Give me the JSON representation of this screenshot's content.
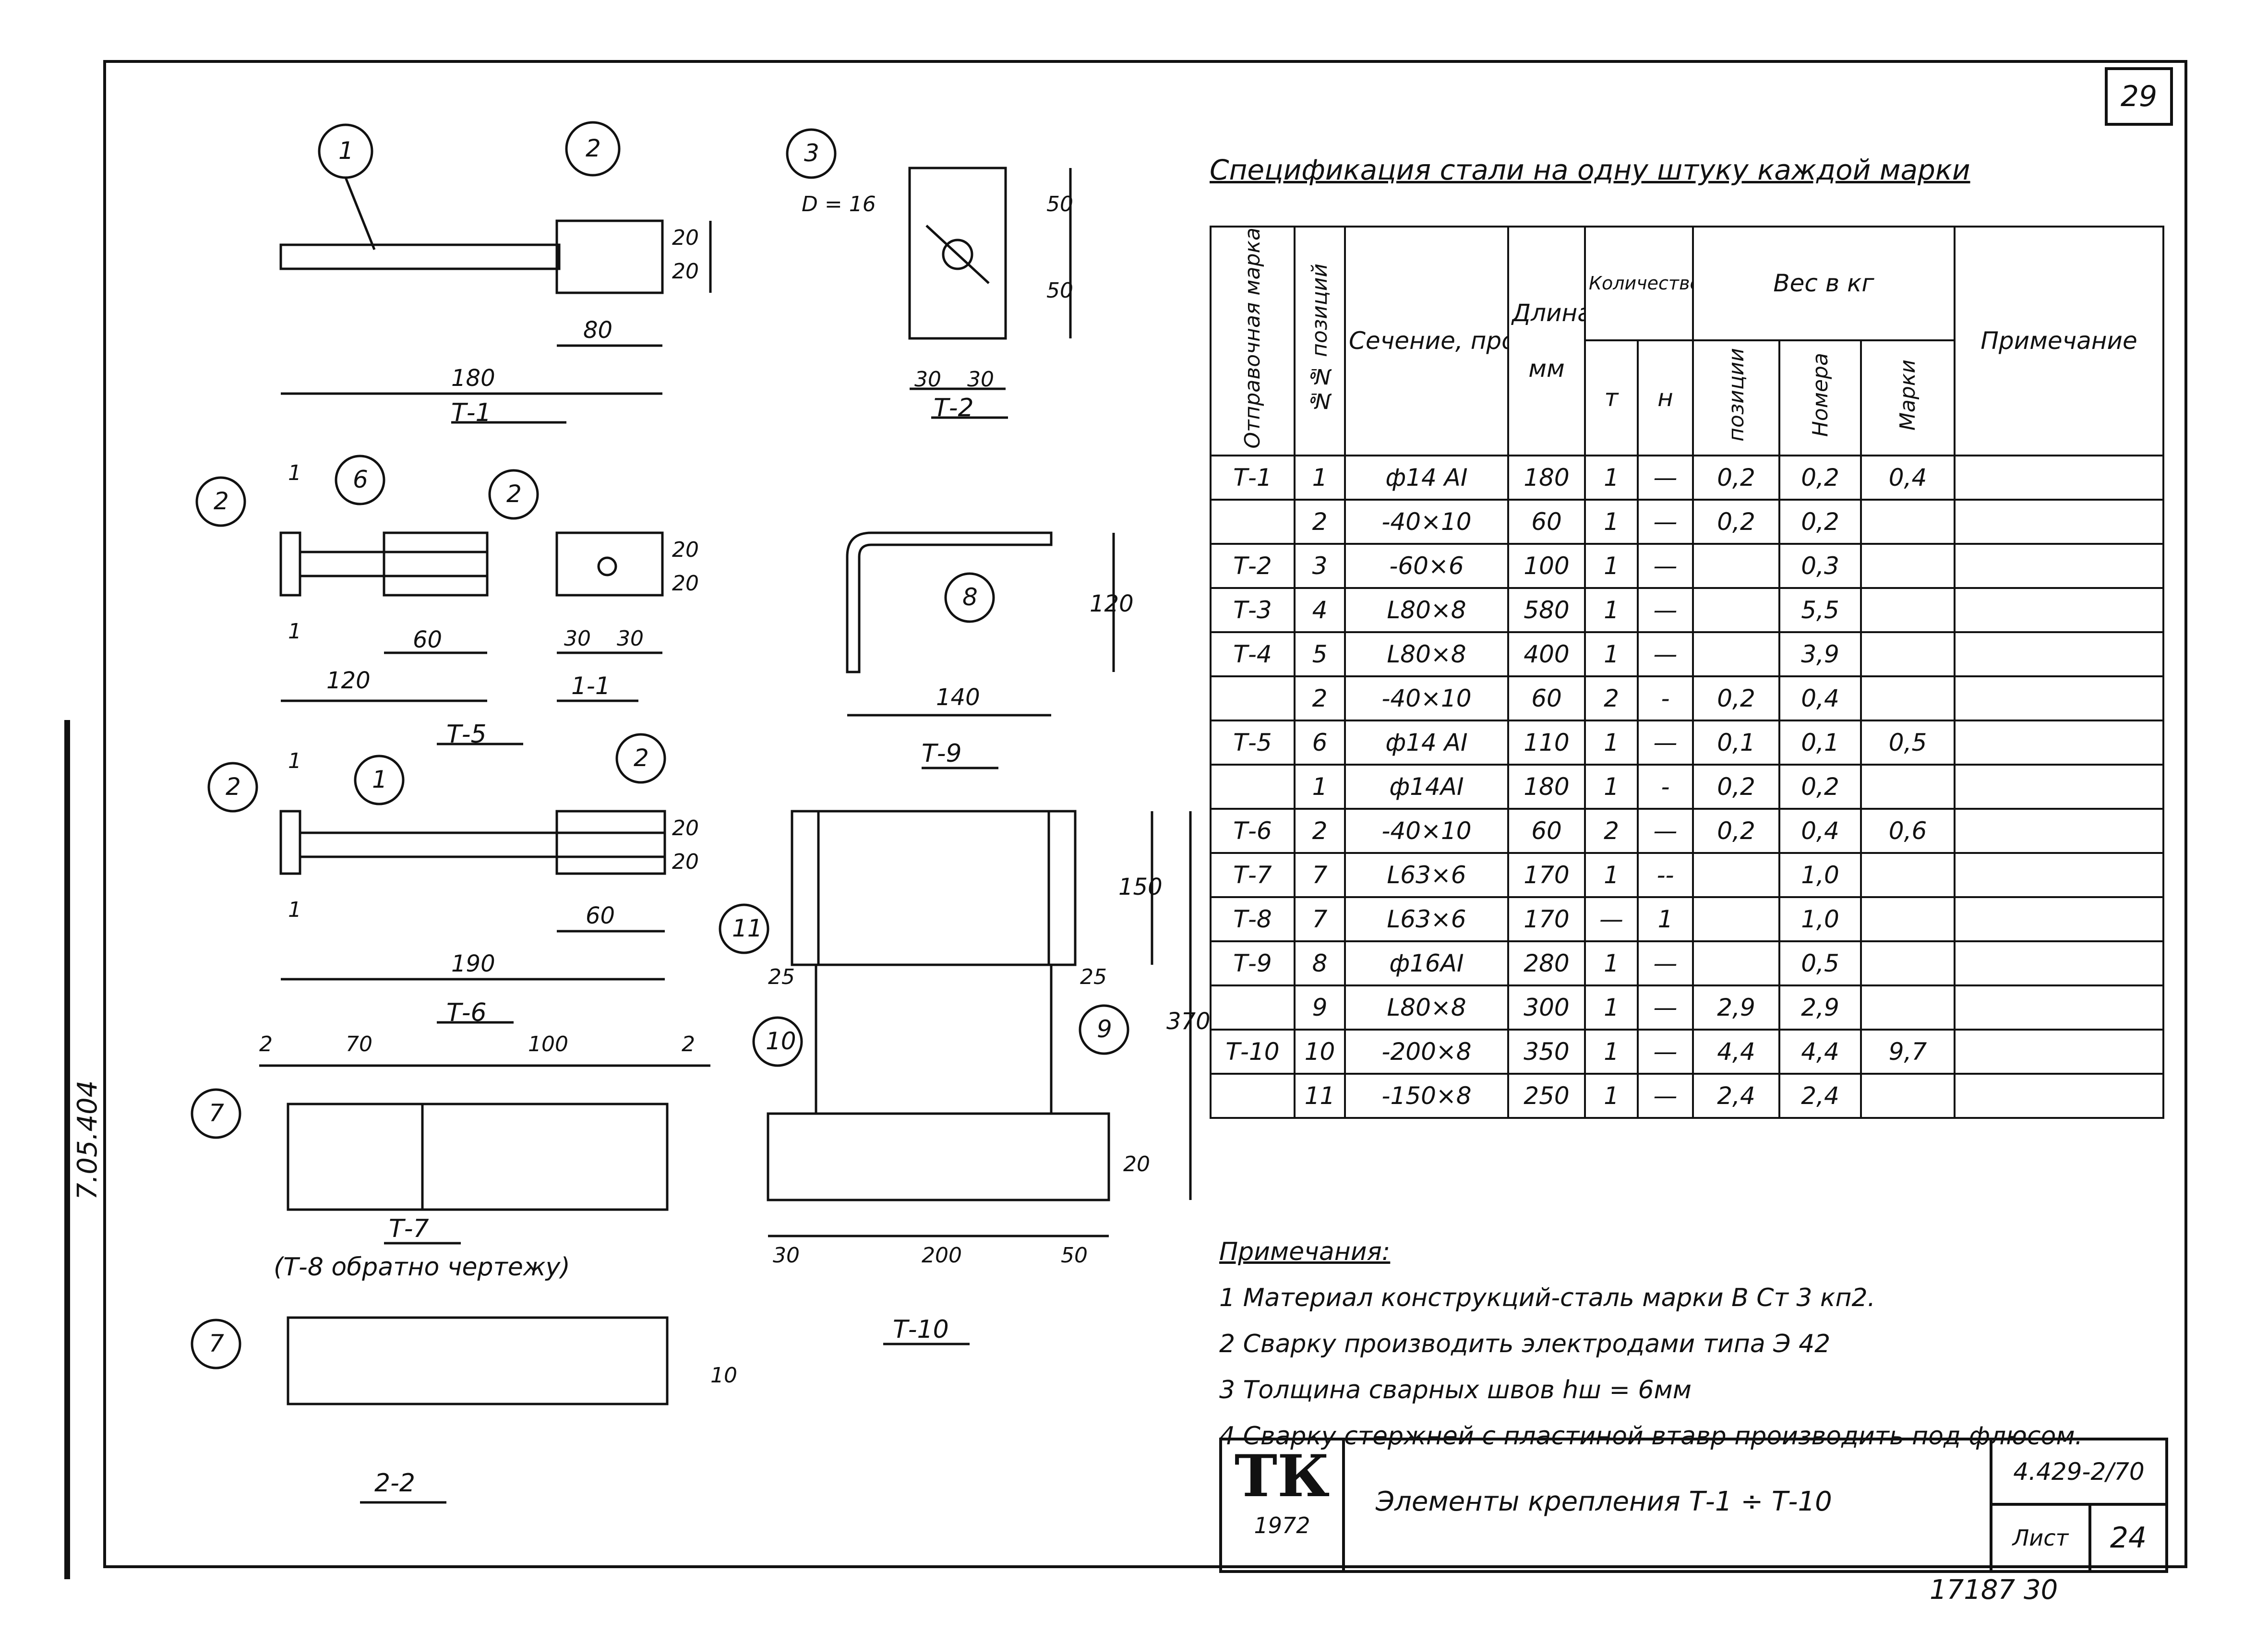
{
  "page_number": "29",
  "spec": {
    "title": "Спецификация стали на одну штуку каждой марки",
    "headers": {
      "mark": "Отправочная марка",
      "pos": "№№ позиций",
      "section": "Сечение, профиль",
      "length": "Длина",
      "length_unit": "мм",
      "qty": "Количество шт.",
      "qty_t": "т",
      "qty_n": "н",
      "weight": "Вес в кг",
      "w_pos": "позиции",
      "w_num": "Номера",
      "w_mark": "Марки",
      "note": "Примечание"
    },
    "rows": [
      {
        "mark": "Т-1",
        "pos": "1",
        "section": "ф14 АI",
        "length": "180",
        "t": "1",
        "n": "—",
        "wp": "0,2",
        "wn": "0,2",
        "wm": "0,4"
      },
      {
        "mark": "",
        "pos": "2",
        "section": "-40×10",
        "length": "60",
        "t": "1",
        "n": "—",
        "wp": "0,2",
        "wn": "0,2",
        "wm": ""
      },
      {
        "mark": "Т-2",
        "pos": "3",
        "section": "-60×6",
        "length": "100",
        "t": "1",
        "n": "—",
        "wp": "",
        "wn": "0,3",
        "wm": ""
      },
      {
        "mark": "Т-3",
        "pos": "4",
        "section": "L80×8",
        "length": "580",
        "t": "1",
        "n": "—",
        "wp": "",
        "wn": "5,5",
        "wm": ""
      },
      {
        "mark": "Т-4",
        "pos": "5",
        "section": "L80×8",
        "length": "400",
        "t": "1",
        "n": "—",
        "wp": "",
        "wn": "3,9",
        "wm": ""
      },
      {
        "mark": "",
        "pos": "2",
        "section": "-40×10",
        "length": "60",
        "t": "2",
        "n": "-",
        "wp": "0,2",
        "wn": "0,4",
        "wm": ""
      },
      {
        "mark": "Т-5",
        "pos": "6",
        "section": "ф14 АI",
        "length": "110",
        "t": "1",
        "n": "—",
        "wp": "0,1",
        "wn": "0,1",
        "wm": "0,5"
      },
      {
        "mark": "",
        "pos": "1",
        "section": "ф14АI",
        "length": "180",
        "t": "1",
        "n": "-",
        "wp": "0,2",
        "wn": "0,2",
        "wm": ""
      },
      {
        "mark": "Т-6",
        "pos": "2",
        "section": "-40×10",
        "length": "60",
        "t": "2",
        "n": "—",
        "wp": "0,2",
        "wn": "0,4",
        "wm": "0,6"
      },
      {
        "mark": "Т-7",
        "pos": "7",
        "section": "L63×6",
        "length": "170",
        "t": "1",
        "n": "--",
        "wp": "",
        "wn": "1,0",
        "wm": ""
      },
      {
        "mark": "Т-8",
        "pos": "7",
        "section": "L63×6",
        "length": "170",
        "t": "—",
        "n": "1",
        "wp": "",
        "wn": "1,0",
        "wm": ""
      },
      {
        "mark": "Т-9",
        "pos": "8",
        "section": "ф16АI",
        "length": "280",
        "t": "1",
        "n": "—",
        "wp": "",
        "wn": "0,5",
        "wm": ""
      },
      {
        "mark": "",
        "pos": "9",
        "section": "L80×8",
        "length": "300",
        "t": "1",
        "n": "—",
        "wp": "2,9",
        "wn": "2,9",
        "wm": ""
      },
      {
        "mark": "Т-10",
        "pos": "10",
        "section": "-200×8",
        "length": "350",
        "t": "1",
        "n": "—",
        "wp": "4,4",
        "wn": "4,4",
        "wm": "9,7"
      },
      {
        "mark": "",
        "pos": "11",
        "section": "-150×8",
        "length": "250",
        "t": "1",
        "n": "—",
        "wp": "2,4",
        "wn": "2,4",
        "wm": ""
      }
    ]
  },
  "notes": {
    "title": "Примечания:",
    "items": [
      "1 Материал конструкций-сталь марки В Ст 3 кп2.",
      "2 Сварку производить электродами типа Э 42",
      "3 Толщина сварных швов hш = 6мм",
      "4 Сварку стержней с пластиной втавр производить под флюсом."
    ]
  },
  "title_block": {
    "logo": "ТК",
    "year": "1972",
    "name": "Элементы крепления Т-1 ÷ Т-10",
    "code": "4.429-2/70",
    "sheet_label": "Лист",
    "sheet_no": "24"
  },
  "stamp": "17187 30",
  "side_code": "7.05.404",
  "drawings": {
    "t1": {
      "label": "Т-1",
      "dims": [
        "180",
        "80",
        "20",
        "20"
      ],
      "callouts": [
        "1",
        "2"
      ]
    },
    "t2": {
      "label": "Т-2",
      "dims": [
        "D = 16",
        "50",
        "50",
        "30",
        "30"
      ],
      "callouts": [
        "3"
      ]
    },
    "t5": {
      "label": "Т-5",
      "dims": [
        "120",
        "60",
        "30",
        "30",
        "20",
        "20",
        "1",
        "1"
      ],
      "callouts": [
        "2",
        "6",
        "2"
      ],
      "section": "1-1"
    },
    "t6": {
      "label": "Т-6",
      "dims": [
        "190",
        "60",
        "20",
        "20",
        "1",
        "1"
      ],
      "callouts": [
        "2",
        "1",
        "2"
      ]
    },
    "t7": {
      "label": "Т-7",
      "note": "(Т-8 обратно чертежу)",
      "dims": [
        "2",
        "70",
        "100",
        "2"
      ],
      "callouts": [
        "7"
      ]
    },
    "t9": {
      "label": "Т-9",
      "dims": [
        "140",
        "120"
      ],
      "callouts": [
        "8"
      ]
    },
    "t10": {
      "label": "Т-10",
      "dims": [
        "30",
        "200",
        "50",
        "25",
        "25",
        "150",
        "370",
        "20"
      ],
      "callouts": [
        "11",
        "10",
        "9"
      ]
    },
    "s22": {
      "label": "2-2",
      "dims": [
        "10"
      ],
      "callouts": [
        "7"
      ]
    }
  }
}
